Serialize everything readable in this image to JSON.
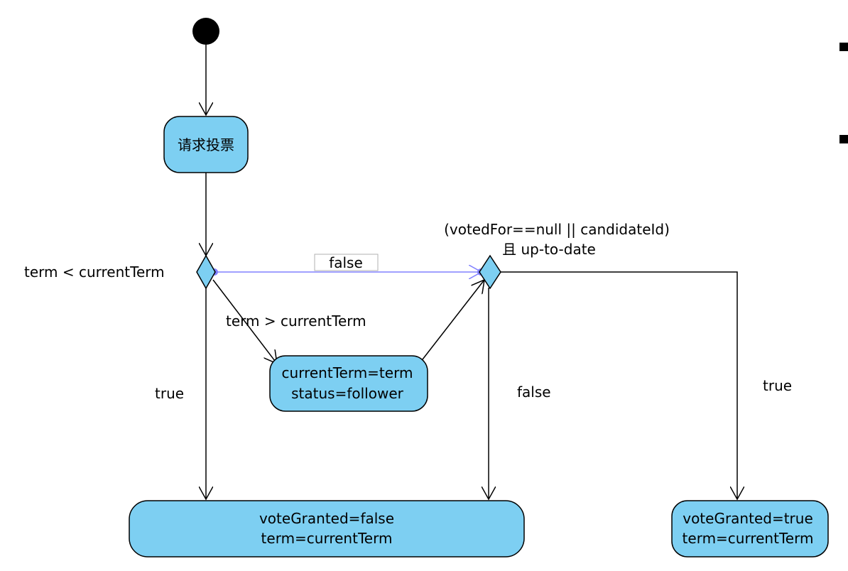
{
  "nodes": {
    "request_vote": "请求投票",
    "update_term": [
      "currentTerm=term",
      "status=follower"
    ],
    "reject_vote": [
      "voteGranted=false",
      "term=currentTerm"
    ],
    "grant_vote": [
      "voteGranted=true",
      "term=currentTerm"
    ]
  },
  "decisions": {
    "term_check": "term < currentTerm",
    "vote_check": [
      "(votedFor==null || candidateId)",
      "且 up-to-date"
    ]
  },
  "edges": {
    "term_lt_true": "true",
    "term_lt_false": "false",
    "term_gt": "term > currentTerm",
    "vote_false": "false",
    "vote_true": "true"
  },
  "colors": {
    "node_fill": "#7dcff2",
    "node_stroke": "#000000",
    "highlight_edge": "#8080ff"
  }
}
